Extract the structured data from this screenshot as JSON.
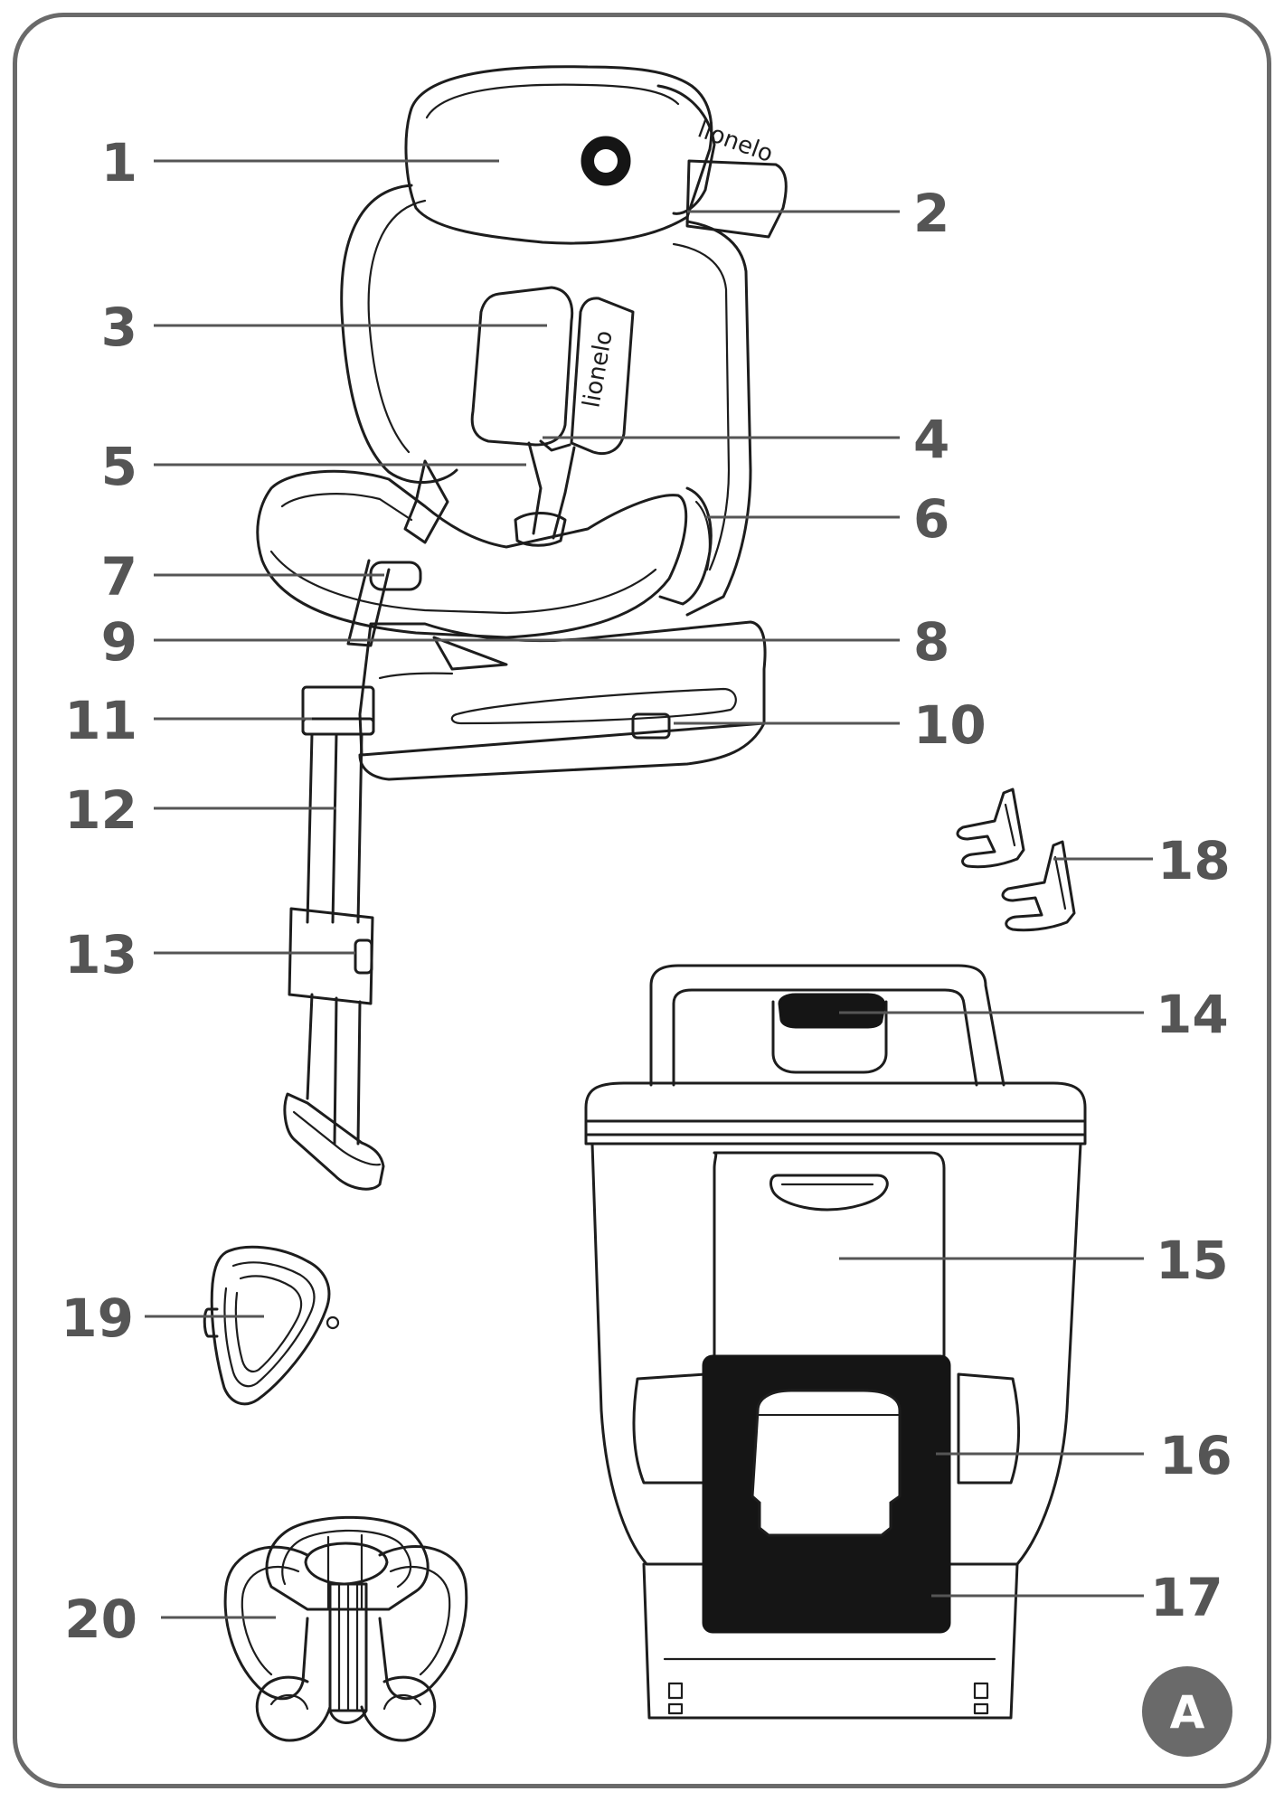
{
  "brand_text": "lionelo",
  "badge": {
    "label": "A",
    "color": "#6a6a6a"
  },
  "callouts": [
    "1",
    "2",
    "3",
    "4",
    "5",
    "6",
    "7",
    "8",
    "9",
    "10",
    "11",
    "12",
    "13",
    "14",
    "15",
    "16",
    "17",
    "18",
    "19",
    "20"
  ]
}
